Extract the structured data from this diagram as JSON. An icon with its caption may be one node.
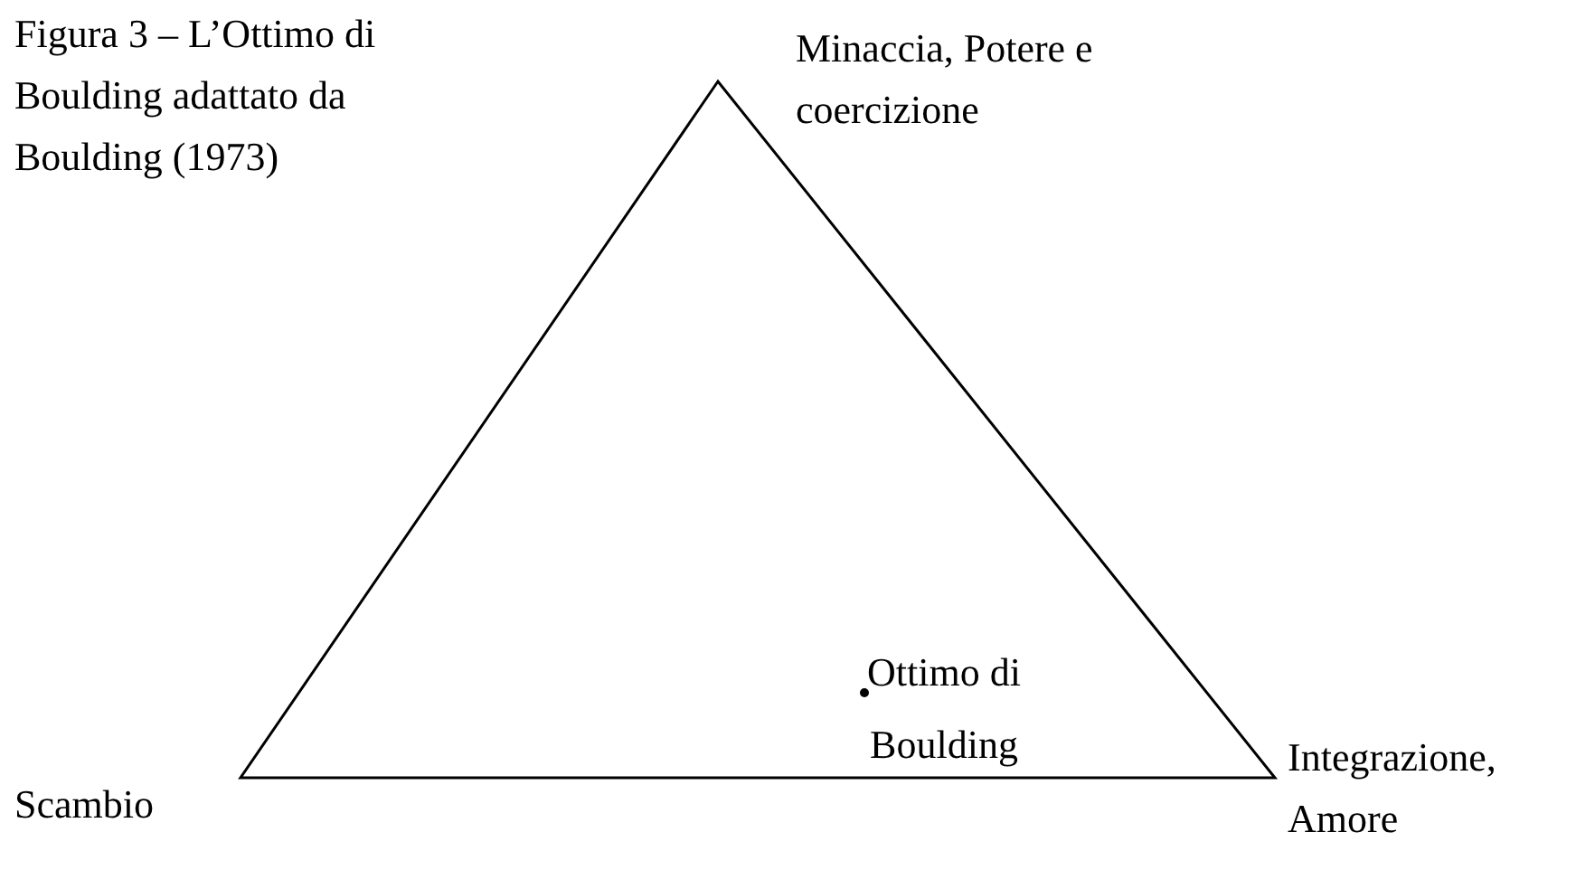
{
  "diagram": {
    "title": "Figura 3 – L’Ottimo di Boulding adattato da Boulding (1973)",
    "labels": [
      "Minaccia, Potere e coercizione",
      "Ottimo di Boulding",
      "Scambio",
      "Integrazione, Amore"
    ]
  }
}
